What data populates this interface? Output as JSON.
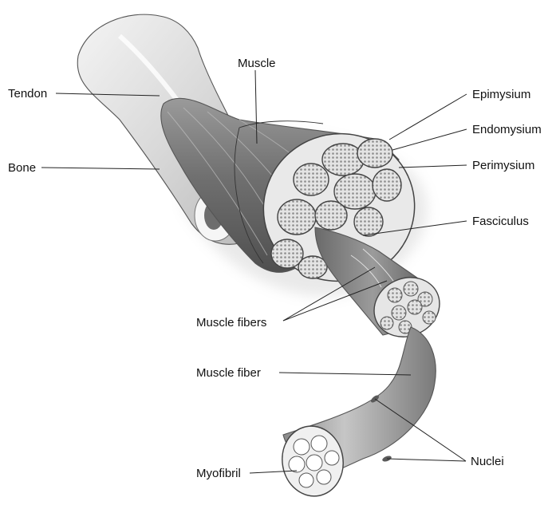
{
  "labels": {
    "muscle": "Muscle",
    "tendon": "Tendon",
    "bone": "Bone",
    "epimysium": "Epimysium",
    "endomysium": "Endomysium",
    "perimysium": "Perimysium",
    "fasciculus": "Fasciculus",
    "muscle_fibers": "Muscle fibers",
    "muscle_fiber": "Muscle fiber",
    "myofibril": "Myofibril",
    "nuclei": "Nuclei"
  }
}
